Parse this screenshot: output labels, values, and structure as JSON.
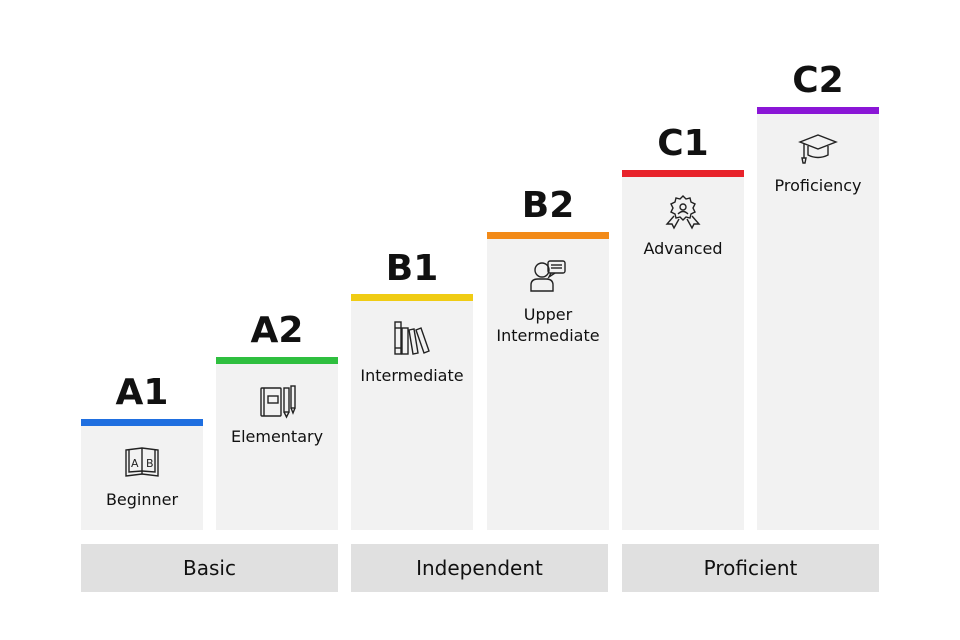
{
  "levels": [
    {
      "code": "A1",
      "name": "Beginner",
      "color": "#1f6fe0",
      "icon": "open-book-icon"
    },
    {
      "code": "A2",
      "name": "Elementary",
      "color": "#2fbf3f",
      "icon": "notebook-pencil-icon"
    },
    {
      "code": "B1",
      "name": "Intermediate",
      "color": "#f0cc14",
      "icon": "books-icon"
    },
    {
      "code": "B2",
      "name_line1": "Upper",
      "name_line2": "Intermediate",
      "color": "#f28a18",
      "icon": "speaker-bubble-icon"
    },
    {
      "code": "C1",
      "name": "Advanced",
      "color": "#e8232b",
      "icon": "award-badge-icon"
    },
    {
      "code": "C2",
      "name": "Proficiency",
      "color": "#8a16d6",
      "icon": "graduation-cap-icon"
    }
  ],
  "groups": [
    {
      "label": "Basic"
    },
    {
      "label": "Independent"
    },
    {
      "label": "Proficient"
    }
  ]
}
